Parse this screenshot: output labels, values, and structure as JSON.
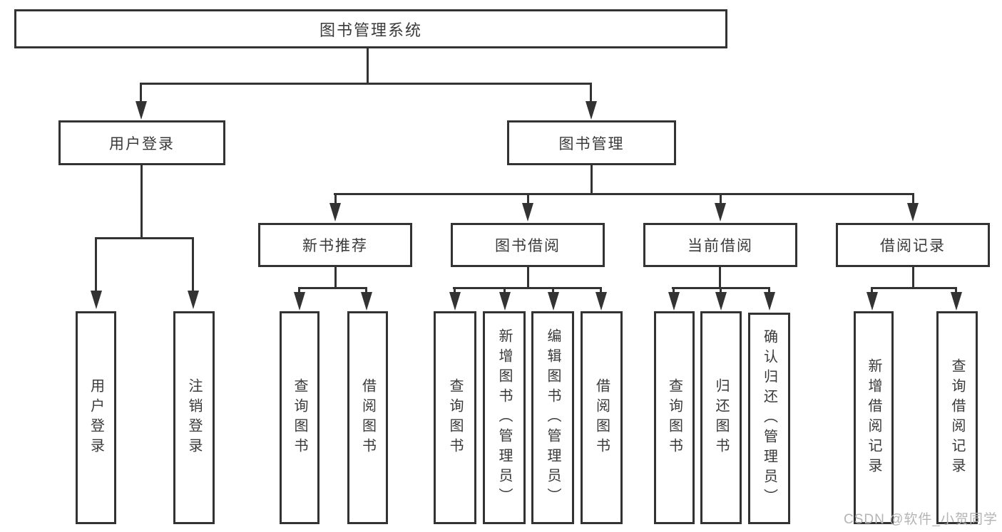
{
  "tree": {
    "root": {
      "label": "图书管理系统",
      "children": [
        {
          "label": "用户登录",
          "children": [
            {
              "label": "用户登录"
            },
            {
              "label": "注销登录"
            }
          ]
        },
        {
          "label": "图书管理",
          "children": [
            {
              "label": "新书推荐",
              "children": [
                {
                  "label": "查询图书"
                },
                {
                  "label": "借阅图书"
                }
              ]
            },
            {
              "label": "图书借阅",
              "children": [
                {
                  "label": "查询图书"
                },
                {
                  "label": "新增图书（管理员）"
                },
                {
                  "label": "编辑图书（管理员）"
                },
                {
                  "label": "借阅图书"
                }
              ]
            },
            {
              "label": "当前借阅",
              "children": [
                {
                  "label": "查询图书"
                },
                {
                  "label": "归还图书"
                },
                {
                  "label": "确认归还（管理员）"
                }
              ]
            },
            {
              "label": "借阅记录",
              "children": [
                {
                  "label": "新增借阅记录"
                },
                {
                  "label": "查询借阅记录"
                }
              ]
            }
          ]
        }
      ]
    }
  },
  "watermark": {
    "text": "CSDN @软件_小贺同学"
  },
  "colors": {
    "line": "#333333",
    "text": "#3a3a3a",
    "background": "#ffffff",
    "watermark": "#b4b4b4"
  }
}
